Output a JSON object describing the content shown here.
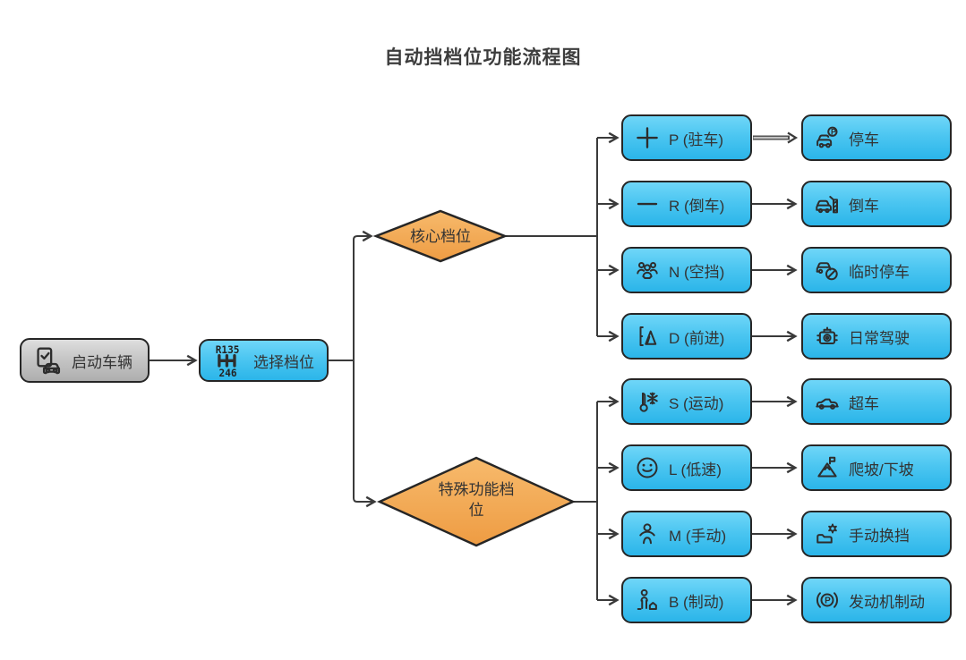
{
  "title": "自动挡档位功能流程图",
  "start": {
    "label": "启动车辆",
    "icon": "clipboard-check-car-icon"
  },
  "select": {
    "label": "选择档位",
    "icon": "gearshift-pattern-icon"
  },
  "decisions": {
    "core": {
      "label": "核心档位"
    },
    "special": {
      "label": "特殊功能档位"
    }
  },
  "core_gears": [
    {
      "gear": "P (驻车)",
      "gear_icon": "plus-icon",
      "function": "停车",
      "function_icon": "car-parking-badge-icon"
    },
    {
      "gear": "R (倒车)",
      "gear_icon": "minus-icon",
      "function": "倒车",
      "function_icon": "car-barrier-icon"
    },
    {
      "gear": "N (空挡)",
      "gear_icon": "people-group-icon",
      "function": "临时停车",
      "function_icon": "car-no-entry-icon"
    },
    {
      "gear": "D (前进)",
      "gear_icon": "map-mountain-icon",
      "function": "日常驾驶",
      "function_icon": "engine-icon"
    }
  ],
  "special_gears": [
    {
      "gear": "S (运动)",
      "gear_icon": "thermometer-snowflake-icon",
      "function": "超车",
      "function_icon": "sports-car-icon"
    },
    {
      "gear": "L (低速)",
      "gear_icon": "smiley-face-icon",
      "function": "爬坡/下坡",
      "function_icon": "mountain-flag-icon"
    },
    {
      "gear": "M (手动)",
      "gear_icon": "person-icon",
      "function": "手动换挡",
      "function_icon": "folder-gear-icon"
    },
    {
      "gear": "B (制动)",
      "gear_icon": "person-house-icon",
      "function": "发动机制动",
      "function_icon": "parking-brake-icon"
    }
  ],
  "icon_text": {
    "gearshift_top": "R135",
    "gearshift_bottom": "246",
    "parking_p": "P",
    "brake_p": "P"
  },
  "colors": {
    "node_fill_top": "#6FD6F8",
    "node_fill_bottom": "#2BB5E9",
    "decision_fill_top": "#F7BA6C",
    "decision_fill_bottom": "#EE9C43",
    "start_fill_top": "#DEDEDE",
    "start_fill_bottom": "#AEAEAE",
    "border": "#262626",
    "line": "#3A3A3A",
    "text": "#333333"
  }
}
